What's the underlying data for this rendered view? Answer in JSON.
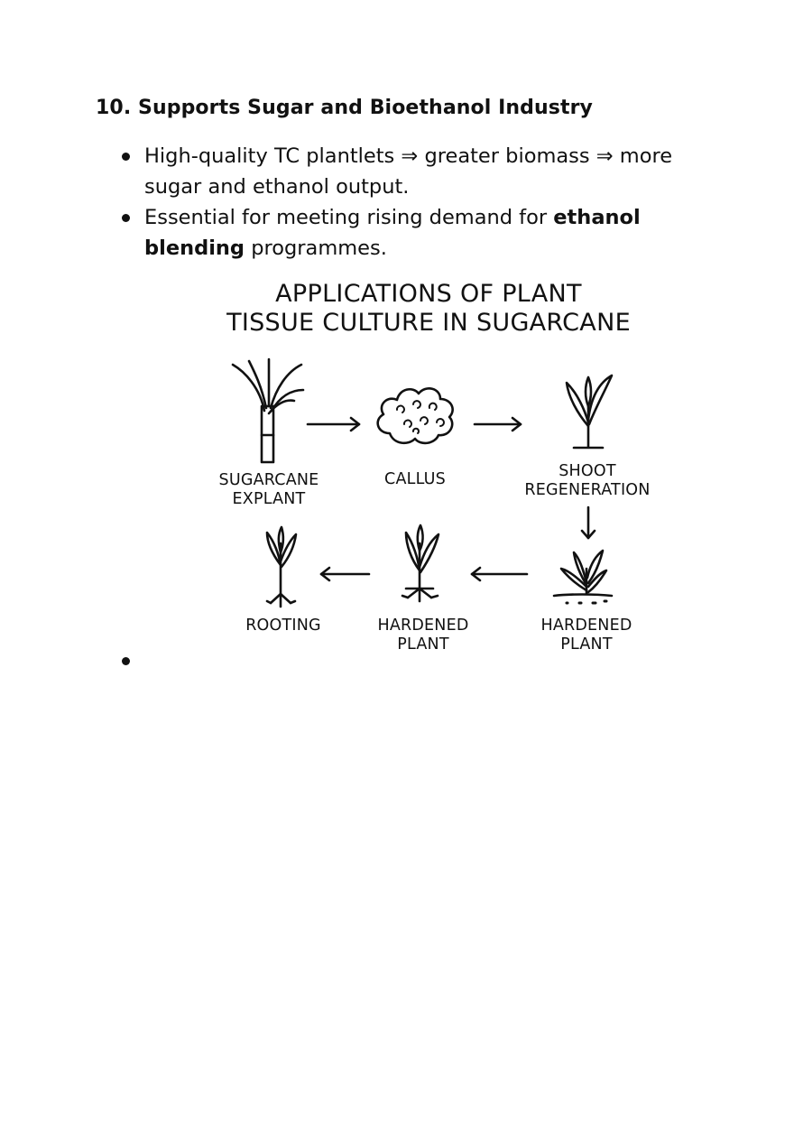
{
  "section": {
    "heading": "10. Supports Sugar and Bioethanol Industry",
    "bullets": [
      {
        "text_before": "High-quality TC plantlets ⇒ greater biomass ⇒ more sugar and ethanol output.",
        "bold": "",
        "text_after": ""
      },
      {
        "text_before": "Essential for meeting rising demand for ",
        "bold": "ethanol blending",
        "text_after": " programmes."
      }
    ]
  },
  "figure": {
    "title_line1": "APPLICATIONS OF PLANT",
    "title_line2": "TISSUE CULTURE IN SUGARCANE",
    "stages": {
      "explant": {
        "line1": "SUGARCANE",
        "line2": "EXPLANT"
      },
      "callus": {
        "line1": "CALLUS"
      },
      "shoot": {
        "line1": "SHOOT",
        "line2": "REGENERATION"
      },
      "hardened_right": {
        "line1": "HARDENED",
        "line2": "PLANT"
      },
      "hardened_mid": {
        "line1": "HARDENED",
        "line2": "PLANT"
      },
      "rooting": {
        "line1": "ROOTING"
      }
    }
  }
}
